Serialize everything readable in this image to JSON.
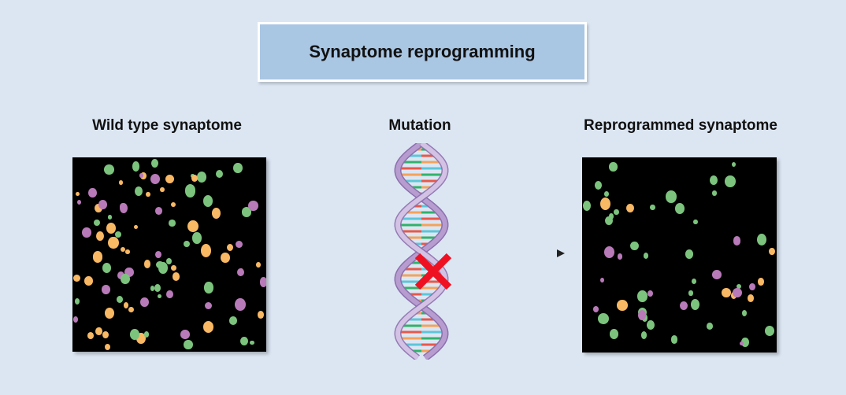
{
  "title": "Synaptome reprogramming",
  "labels": {
    "wild_type": "Wild type synaptome",
    "mutation": "Mutation",
    "reprogrammed": "Reprogrammed synaptome"
  },
  "colors": {
    "background": "#dce6f3",
    "title_box": "#a9c6e3",
    "green_synapse": "#7cc47e",
    "orange_synapse": "#f8b864",
    "purple_synapse": "#b87ab8",
    "mutation_cross": "#ee1122",
    "dna_backbone": "#b79ccf"
  }
}
